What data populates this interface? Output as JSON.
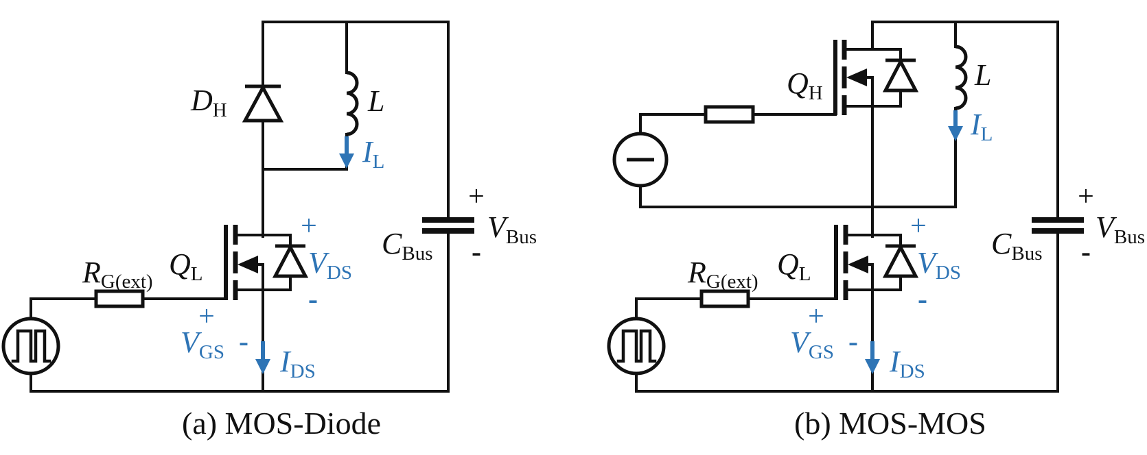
{
  "figure": {
    "type": "circuit-schematic",
    "description": "Double-pulse test circuits",
    "colors": {
      "line": "#111111",
      "annotation": "#2E74B5",
      "background": "#ffffff"
    }
  },
  "a": {
    "caption": "(a) MOS-Diode",
    "diode_main": "D",
    "diode_sub": "H",
    "inductor": "L",
    "il_main": "I",
    "il_sub": "L",
    "cbus_main": "C",
    "cbus_sub": "Bus",
    "vbus_main": "V",
    "vbus_sub": "Bus",
    "vbus_plus": "+",
    "vbus_minus": "-",
    "mosfet_main": "Q",
    "mosfet_sub": "L",
    "vds_main": "V",
    "vds_sub": "DS",
    "vds_plus": "+",
    "vds_minus": "-",
    "vgs_main": "V",
    "vgs_sub": "GS",
    "vgs_plus": "+",
    "vgs_minus": "-",
    "ids_main": "I",
    "ids_sub": "DS",
    "rg_main": "R",
    "rg_sub": "G(ext)"
  },
  "b": {
    "caption": "(b) MOS-MOS",
    "hs_mosfet_main": "Q",
    "hs_mosfet_sub": "H",
    "inductor": "L",
    "il_main": "I",
    "il_sub": "L",
    "cbus_main": "C",
    "cbus_sub": "Bus",
    "vbus_main": "V",
    "vbus_sub": "Bus",
    "vbus_plus": "+",
    "vbus_minus": "-",
    "mosfet_main": "Q",
    "mosfet_sub": "L",
    "vds_main": "V",
    "vds_sub": "DS",
    "vds_plus": "+",
    "vds_minus": "-",
    "vgs_main": "V",
    "vgs_sub": "GS",
    "vgs_plus": "+",
    "vgs_minus": "-",
    "ids_main": "I",
    "ids_sub": "DS",
    "rg_main": "R",
    "rg_sub": "G(ext)"
  }
}
